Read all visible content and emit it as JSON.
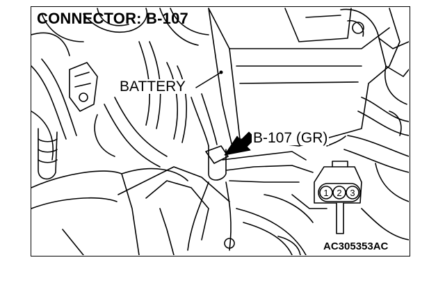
{
  "figure": {
    "title": "CONNECTOR: B-107",
    "callouts": {
      "battery": "BATTERY",
      "connector": "B-107 (GR)"
    },
    "pin_numbers": [
      "1",
      "2",
      "3"
    ],
    "figure_code": "AC305353AC"
  },
  "colors": {
    "line": "#000000",
    "background": "#ffffff"
  }
}
